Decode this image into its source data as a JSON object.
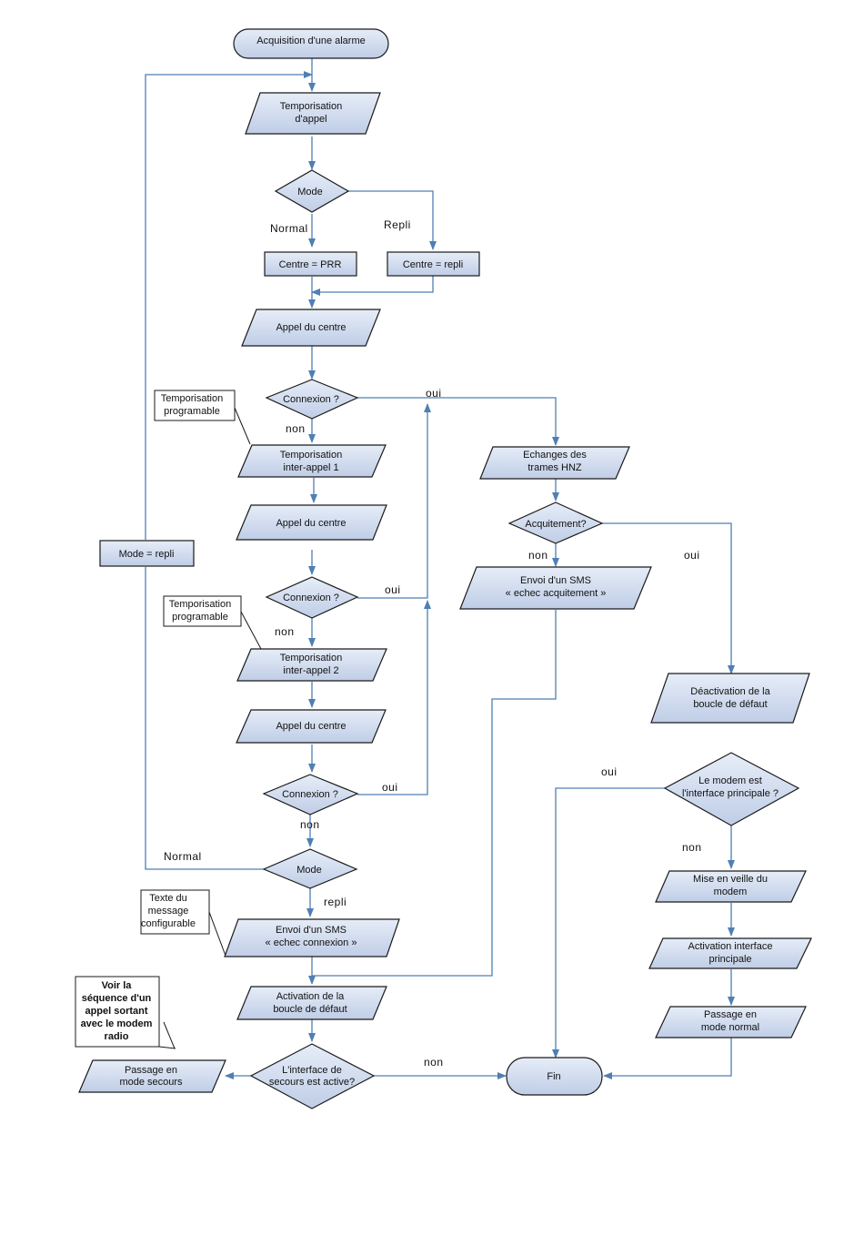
{
  "nodes": {
    "start": [
      "Acquisition d'une alarme"
    ],
    "tempo_appel": [
      "Temporisation",
      "d'appel"
    ],
    "mode1": [
      "Mode"
    ],
    "centre_prr": [
      "Centre = PRR"
    ],
    "centre_repli": [
      "Centre = repli"
    ],
    "appel1": [
      "Appel du centre"
    ],
    "connexion1": [
      "Connexion ?"
    ],
    "tempo_inter1": [
      "Temporisation",
      "inter-appel 1"
    ],
    "appel2": [
      "Appel du centre"
    ],
    "connexion2": [
      "Connexion ?"
    ],
    "tempo_inter2": [
      "Temporisation",
      "inter-appel 2"
    ],
    "appel3": [
      "Appel du centre"
    ],
    "connexion3": [
      "Connexion ?"
    ],
    "mode2": [
      "Mode"
    ],
    "sms_connexion": [
      "Envoi d'un SMS",
      "« echec connexion »"
    ],
    "activation_boucle": [
      "Activation de la",
      "boucle de défaut"
    ],
    "interface_secours": [
      "L'interface de",
      "secours est active?"
    ],
    "passage_secours": [
      "Passage en",
      "mode secours"
    ],
    "mode_repli": [
      "Mode = repli"
    ],
    "echanges": [
      "Echanges des",
      "trames HNZ"
    ],
    "acquitement": [
      "Acquitement?"
    ],
    "sms_acquit": [
      "Envoi d'un SMS",
      "« echec acquitement »"
    ],
    "desactivation": [
      "Déactivation de la",
      "boucle de défaut"
    ],
    "modem_principal": [
      "Le modem est",
      "l'interface principale ?"
    ],
    "veille_modem": [
      "Mise en veille du",
      "modem"
    ],
    "activation_interface": [
      "Activation interface",
      "principale"
    ],
    "passage_normal": [
      "Passage en",
      "mode normal"
    ],
    "fin": [
      "Fin"
    ]
  },
  "notes": {
    "tempo_prog1": [
      "Temporisation",
      "programable"
    ],
    "tempo_prog2": [
      "Temporisation",
      "programable"
    ],
    "texte_message": [
      "Texte du",
      "message",
      "configurable"
    ],
    "voir_sequence": [
      "Voir la",
      "séquence d'un",
      "appel sortant",
      "avec le modem",
      "radio"
    ]
  },
  "labels": {
    "normal1": "Normal",
    "repli1": "Repli",
    "oui1": "oui",
    "non1": "non",
    "oui2": "oui",
    "non2": "non",
    "oui3": "oui",
    "non3": "non",
    "normal2": "Normal",
    "repli2": "repli",
    "non_secours": "non",
    "non_acquit": "non",
    "oui_acquit": "oui",
    "oui_modem": "oui",
    "non_modem": "non"
  },
  "colors": {
    "fill_top": "#e6edf8",
    "fill_bottom": "#bfcde6",
    "connector": "#4f7fb3",
    "outline": "#1a1a1a"
  }
}
